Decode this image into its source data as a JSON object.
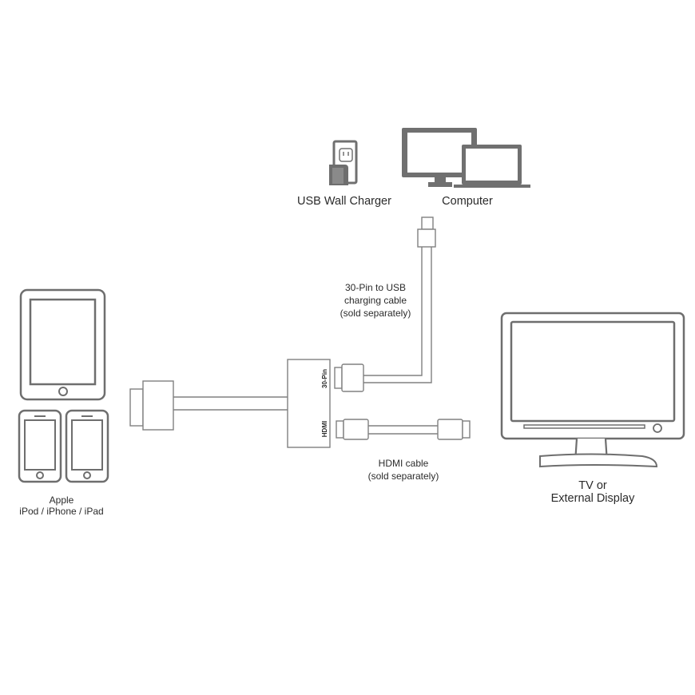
{
  "labels": {
    "wall_charger": "USB Wall Charger",
    "computer": "Computer",
    "cable_30pin": [
      "30-Pin to USB",
      "charging cable",
      "(sold separately)"
    ],
    "hdmi_cable": [
      "HDMI cable",
      "(sold separately)"
    ],
    "apple": [
      "Apple",
      "iPod / iPhone / iPad"
    ],
    "tv": [
      "TV or",
      "External Display"
    ],
    "port_30pin": "30-Pin",
    "port_hdmi": "HDMI"
  },
  "colors": {
    "outline": "#808080",
    "fill": "#ffffff",
    "dark_icon": "#6e6e6e",
    "text": "#2b2b2b"
  }
}
